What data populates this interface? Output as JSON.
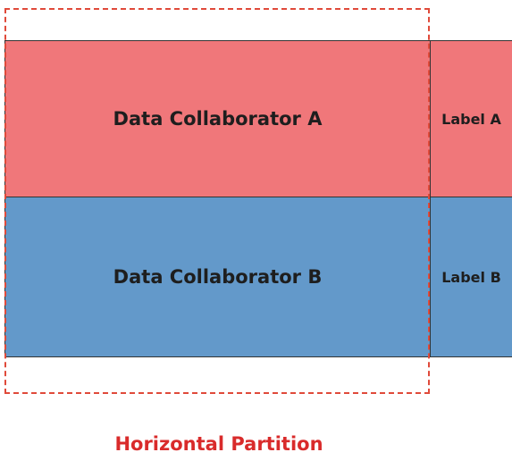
{
  "partition": {
    "rows": [
      {
        "collaborator": "Data Collaborator A",
        "label": "Label A"
      },
      {
        "collaborator": "Data Collaborator B",
        "label": "Label B"
      }
    ],
    "caption": "Horizontal Partition"
  },
  "colors": {
    "row_a": "#f0777a",
    "row_b": "#6399ca",
    "partition_outline": "#e04a3a",
    "caption": "#d92b2b"
  }
}
